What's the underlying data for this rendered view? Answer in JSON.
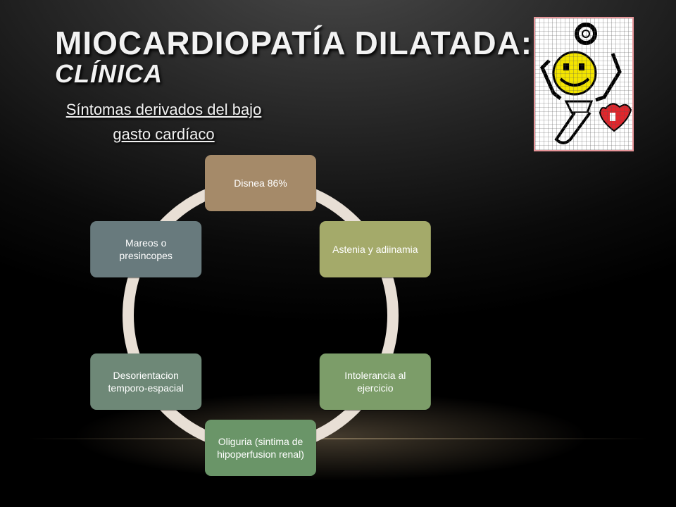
{
  "slide": {
    "title_line1": "MIOCARDIOPATÍA DILATADA:",
    "title_line2": "CLÍNICA",
    "subtitle_line1": "Síntomas derivados del bajo",
    "subtitle_line2": "gasto cardíaco"
  },
  "cycle": {
    "nodes": [
      {
        "lines": [
          "Disnea 86%"
        ],
        "color": "#A58A69"
      },
      {
        "lines": [
          "Astenia y adiinamia"
        ],
        "color": "#A4AA6B"
      },
      {
        "lines": [
          "Intolerancia al",
          "ejercicio"
        ],
        "color": "#7B9D69"
      },
      {
        "lines": [
          "Oliguria (sintima de",
          "hipoperfusion renal)"
        ],
        "color": "#6A9568"
      },
      {
        "lines": [
          "Desorientacion",
          "temporo-espacial"
        ],
        "color": "#6E8877"
      },
      {
        "lines": [
          "Mareos o",
          "presincopes"
        ],
        "color": "#687A7D"
      }
    ],
    "ring_color": "#E8DFD5"
  },
  "clipart": {
    "icon": "smiley-doctor-with-stethoscope-and-heart-icon"
  }
}
